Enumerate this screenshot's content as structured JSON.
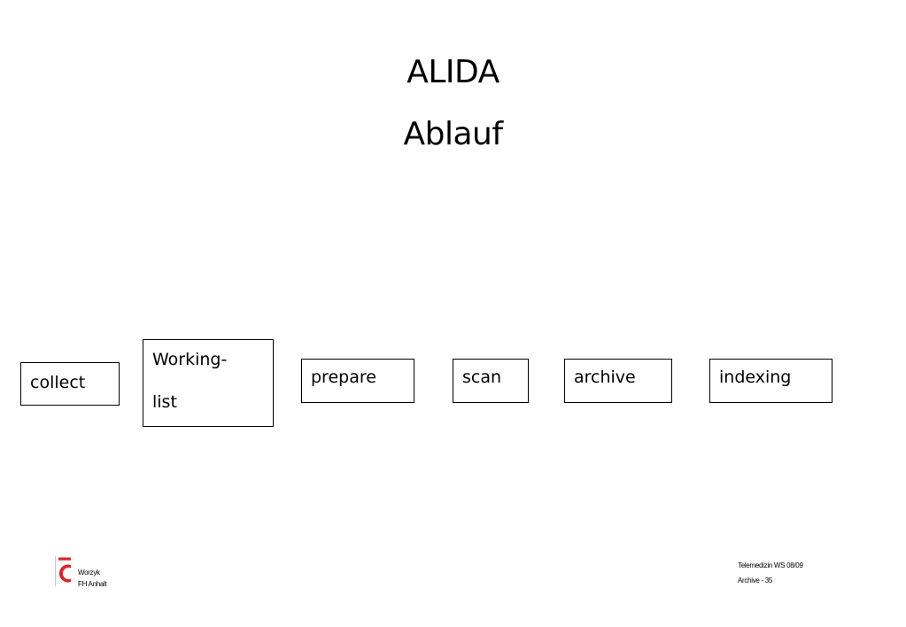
{
  "slide": {
    "title_line1": "ALIDA",
    "title_line2": "Ablauf"
  },
  "steps": [
    {
      "label": "collect"
    },
    {
      "label_line1": "Working-",
      "label_line2": "list"
    },
    {
      "label": "prepare"
    },
    {
      "label": "scan"
    },
    {
      "label": "archive"
    },
    {
      "label": "indexing"
    }
  ],
  "footer": {
    "author": "Worzyk",
    "institute": "FH Anhalt",
    "course": "Telemedizin WS 08/09",
    "page": "Archive - 35"
  },
  "colors": {
    "logo_red": "#d7262b",
    "text": "#000000",
    "border": "#000000",
    "background": "#ffffff"
  },
  "icons": {
    "logo": "fh-anhalt-logo"
  }
}
